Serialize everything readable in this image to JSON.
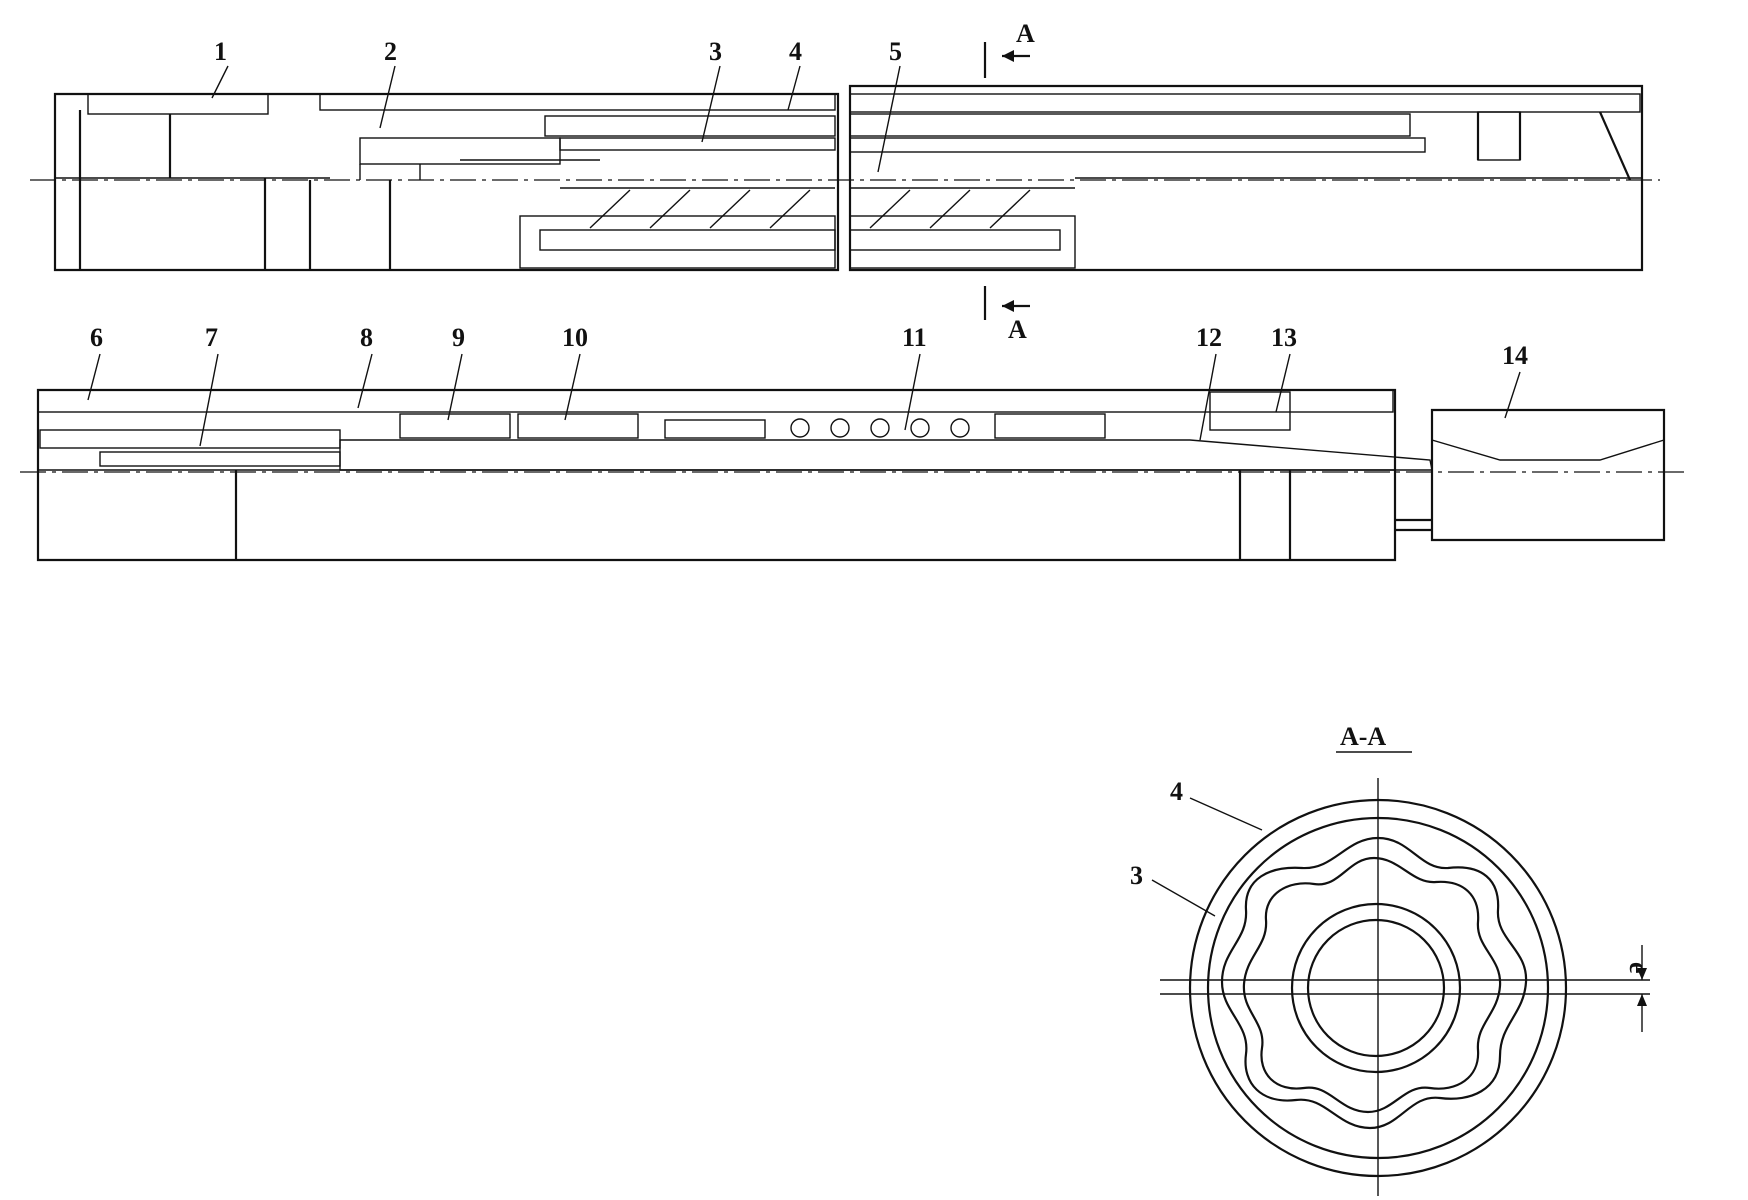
{
  "diagram": {
    "section_marker": "A",
    "section_title": "A-A",
    "dimension_label": "e",
    "callouts_top": [
      "1",
      "2",
      "3",
      "4",
      "5"
    ],
    "callouts_bottom": [
      "6",
      "7",
      "8",
      "9",
      "10",
      "11",
      "12",
      "13",
      "14"
    ],
    "callouts_section": [
      "4",
      "3"
    ]
  },
  "colors": {
    "ink": "#111111",
    "paper": "#ffffff"
  }
}
